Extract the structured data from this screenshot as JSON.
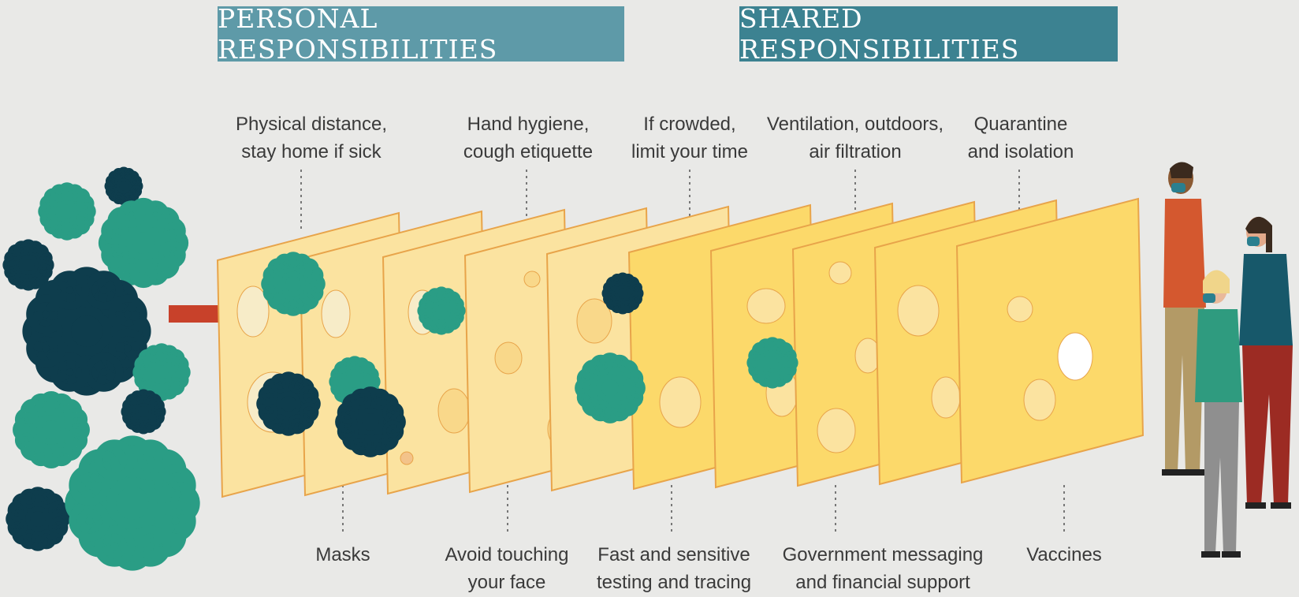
{
  "banners": {
    "personal": "PERSONAL RESPONSIBILITIES",
    "shared": "SHARED RESPONSIBILITIES"
  },
  "top_labels": [
    "Physical distance,\nstay home if sick",
    "Hand hygiene,\ncough etiquette",
    "If crowded,\nlimit your time",
    "Ventilation, outdoors,\nair filtration",
    "Quarantine\nand isolation"
  ],
  "bottom_labels": [
    "Masks",
    "Avoid touching\nyour face",
    "Fast and sensitive\ntesting and tracing",
    "Government messaging\nand financial support",
    "Vaccines"
  ],
  "colors": {
    "background": "#e9e9e7",
    "personal_banner": "#5e9aa8",
    "shared_banner": "#3c8291",
    "cheese_light": "#fbe3a0",
    "cheese": "#fcd96a",
    "cheese_edge": "#e8a44a",
    "virus_teal": "#2a9d85",
    "virus_dark": "#0e3d4d",
    "arrow_red": "#c8412a"
  },
  "icons": [
    "virus-icon",
    "person-icon"
  ]
}
